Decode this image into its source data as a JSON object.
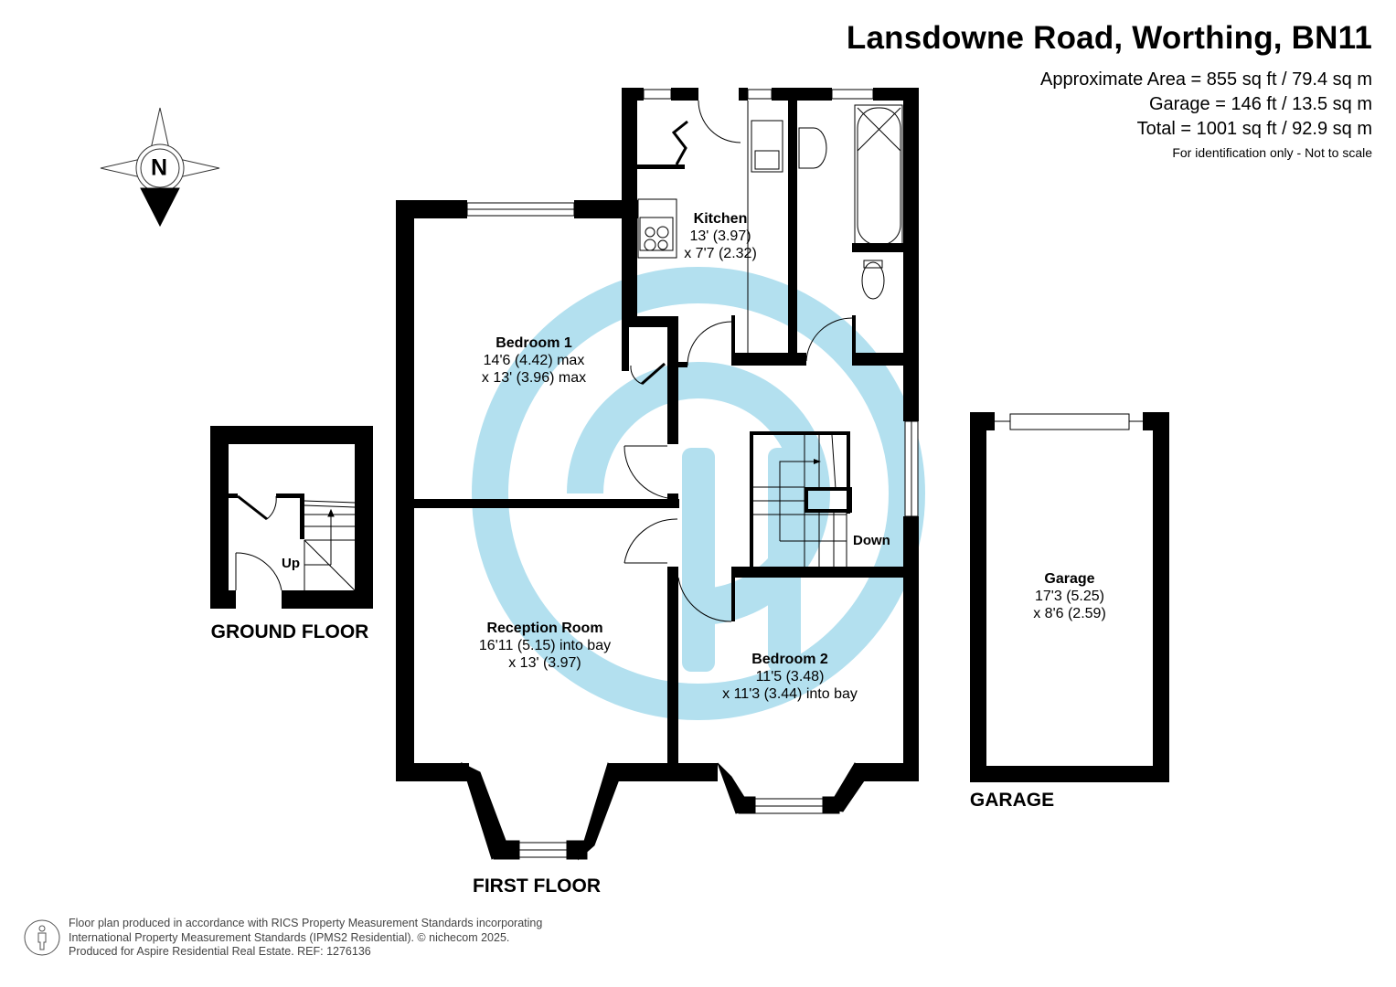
{
  "header": {
    "title": "Lansdowne Road, Worthing, BN11",
    "areas": [
      "Approximate Area = 855 sq ft / 79.4 sq m",
      "Garage = 146 ft / 13.5 sq m",
      "Total = 1001 sq ft / 92.9 sq m"
    ],
    "note": "For identification only - Not to scale"
  },
  "compass": {
    "icon": "north-compass-icon",
    "label": "N"
  },
  "rooms": {
    "kitchen": {
      "name": "Kitchen",
      "dim1": "13' (3.97)",
      "dim2": "x 7'7 (2.32)"
    },
    "bedroom1": {
      "name": "Bedroom 1",
      "dim1": "14'6 (4.42) max",
      "dim2": "x 13' (3.96) max"
    },
    "reception": {
      "name": "Reception Room",
      "dim1": "16'11 (5.15) into bay",
      "dim2": "x 13' (3.97)"
    },
    "bedroom2": {
      "name": "Bedroom 2",
      "dim1": "11'5 (3.48)",
      "dim2": "x 11'3 (3.44) into bay"
    },
    "garage": {
      "name": "Garage",
      "dim1": "17'3 (5.25)",
      "dim2": "x 8'6 (2.59)"
    }
  },
  "stairs": {
    "up": "Up",
    "down": "Down"
  },
  "floors": {
    "ground": "GROUND FLOOR",
    "first": "FIRST FLOOR",
    "garage": "GARAGE"
  },
  "footer": {
    "line1": "Floor plan produced in accordance with RICS Property Measurement Standards incorporating",
    "line2": "International Property Measurement Standards (IPMS2 Residential).   © nichecom 2025.",
    "line3": "Produced for Aspire Residential Real Estate.   REF:  1276136",
    "icon": "person-icon"
  },
  "colors": {
    "wall": "#000000",
    "watermark": "#b3e0ef",
    "background": "#ffffff"
  }
}
